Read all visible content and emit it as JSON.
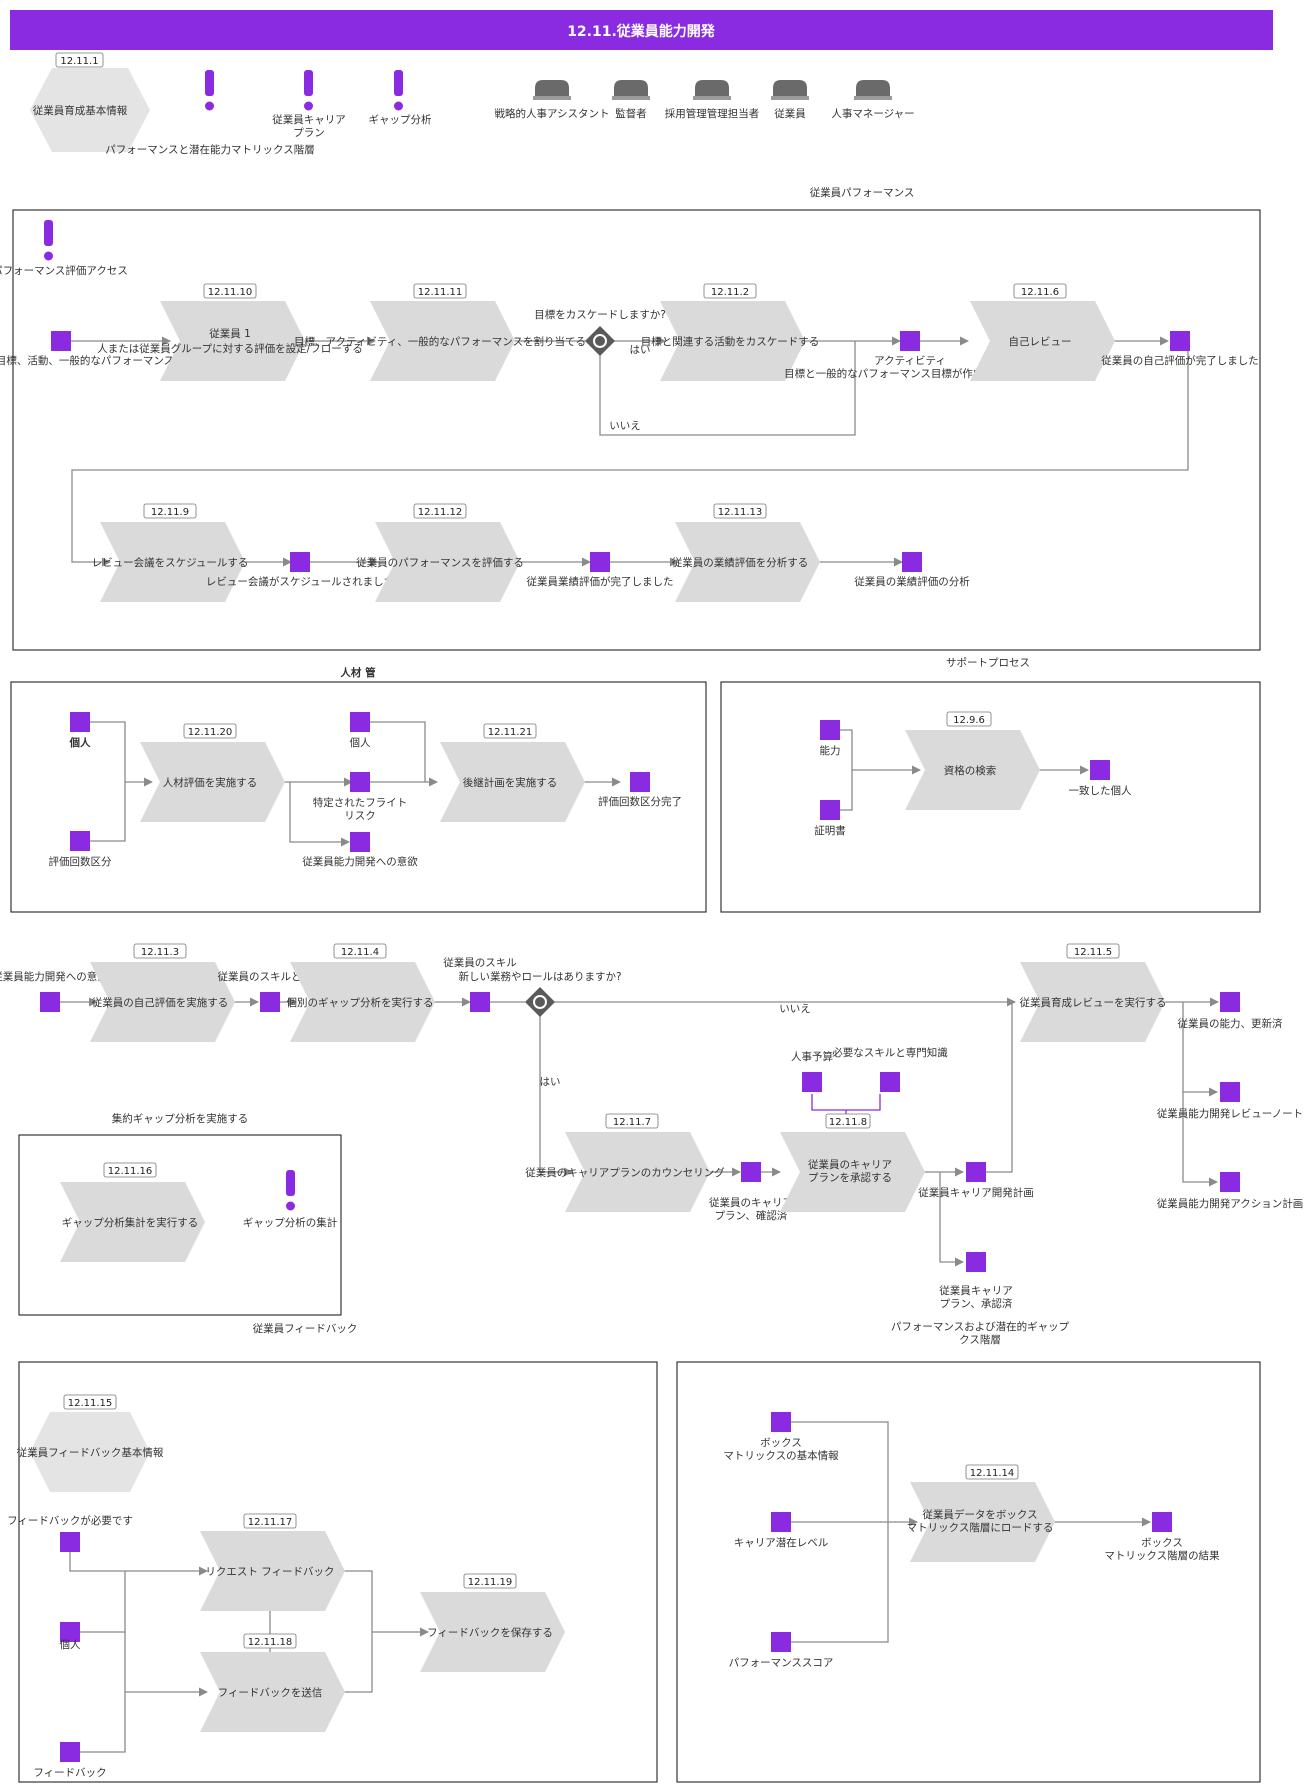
{
  "header": {
    "title": "12.11.従業員能力開発",
    "color": "#8a2be2"
  },
  "top": {
    "basic_info": {
      "id": "12.11.1",
      "label": "従業員育成基本情報"
    },
    "matrix_note": "パフォーマンスと潜在能力マトリックス階層",
    "risks": [
      "従業員キャリア\nプラン",
      "ギャップ分析"
    ],
    "roles": [
      "戦略的人事アシスタント",
      "監督者",
      "採用管理管理担当者",
      "従業員",
      "人事マネージャー"
    ]
  },
  "pool1": {
    "title": "従業員パフォーマンス",
    "access_label": "パフォーマンス評価アクセス",
    "ids": [
      "12.11.10",
      "12.11.11",
      "12.11.2",
      "12.11.6",
      "12.11.9",
      "12.11.12",
      "12.11.13"
    ],
    "labels": {
      "start_event": "目標、活動、一般的なパフォーマンス",
      "task1_line1": "従業員 1",
      "task1_line2": "人または従業員グループに対する評価を設定/フローする",
      "task2": "目標、アクティビティ、一般的なパフォーマンスを割り当てる",
      "gateway_q": "目標をカスケードしますか?",
      "yes": "はい",
      "no": "いいえ",
      "task3": "目標と関連する活動をカスケードする",
      "ev_activity": "アクティビティ",
      "ev_created": "目標と一般的なパフォーマンス目標が作成されました",
      "task4": "自己レビュー",
      "ev_self_done": "従業員の自己評価が完了しました",
      "task5": "レビュー会議をスケジュールする",
      "ev_scheduled": "レビュー会議がスケジュールされました",
      "task6": "従業員のパフォーマンスを評価する",
      "ev_eval_done": "従業員業績評価が完了しました",
      "task7": "従業員の業績評価を分析する",
      "ev_analysis": "従業員の業績評価の分析"
    }
  },
  "pool2": {
    "title": "人材 管",
    "ids": [
      "12.11.20",
      "12.11.21"
    ],
    "labels": {
      "ev_individual_a": "個人",
      "ev_count_a": "評価回数区分",
      "task1": "人材評価を実施する",
      "ev_individual_b": "個人",
      "ev_flight_risk": "特定されたフライト\nリスク",
      "ev_willingness": "従業員能力開発への意欲",
      "task2": "後継計画を実施する",
      "ev_count_done": "評価回数区分完了"
    }
  },
  "pool3": {
    "title": "サポートプロセス",
    "id": "12.9.6",
    "labels": {
      "ev_ability": "能力",
      "ev_certificate": "証明書",
      "task": "資格の検索",
      "ev_matched": "一致した個人"
    }
  },
  "flow4": {
    "ids": [
      "12.11.3",
      "12.11.4",
      "12.11.5",
      "12.11.7",
      "12.11.8"
    ],
    "labels": {
      "ev_start": "従業員能力開発への意欲",
      "task1": "従業員の自己評価を実施する",
      "ev_skills": "従業員のスキルと能力",
      "task2": "個別のギャップ分析を実行する",
      "ev_gap": "従業員のスキル",
      "gateway_q": "新しい業務やロールはありますか?",
      "no": "いいえ",
      "yes": "はい",
      "task3": "従業員育成レビューを実行する",
      "ev_updated": "従業員の能力、更新済",
      "ev_note": "従業員能力開発レビューノート",
      "ev_action": "従業員能力開発アクション計画",
      "task_counsel": "従業員のキャリアプランのカウンセリング",
      "ev_plan_confirmed": "従業員のキャリア\nプラン、確認済",
      "ev_budget": "人事予算",
      "ev_skill_need": "必要なスキルと専門知識",
      "task_approve": "従業員のキャリア\nプランを承認する",
      "ev_dev_plan": "従業員キャリア開発計画",
      "ev_plan_approved": "従業員キャリア\nプラン、承認済"
    }
  },
  "pool5": {
    "title": "集約ギャップ分析を実施する",
    "id": "12.11.16",
    "labels": {
      "task": "ギャップ分析集計を実行する",
      "risk": "ギャップ分析の集計"
    }
  },
  "pool6": {
    "title": "従業員フィードバック",
    "ids": [
      "12.11.15",
      "12.11.17",
      "12.11.18",
      "12.11.19"
    ],
    "labels": {
      "basic": "従業員フィードバック基本情報",
      "ev_need": "フィードバックが必要です",
      "ev_individual": "個人",
      "ev_feedback": "フィードバック",
      "task_request": "リクエスト フィードバック",
      "task_send": "フィードバックを送信",
      "task_save": "フィードバックを保存する"
    }
  },
  "pool7": {
    "title": "パフォーマンスおよび潜在的ギャップ\nクス階層",
    "id": "12.11.14",
    "labels": {
      "ev_box_info": "ボックス\nマトリックスの基本情報",
      "ev_career": "キャリア潜在レベル",
      "ev_perf": "パフォーマンススコア",
      "task": "従業員データをボックス\nマトリックス階層にロードする",
      "ev_result": "ボックス\nマトリックス階層の結果"
    }
  }
}
